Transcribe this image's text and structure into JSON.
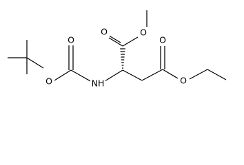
{
  "molecule": {
    "atom_labels": {
      "boc_ester_oxygen": "O",
      "boc_carbonyl_oxygen": "O",
      "amide_nitrogen": "NH",
      "methyl_ester_carbonyl_oxygen": "O",
      "methyl_ester_oxygen": "O",
      "ethyl_ester_carbonyl_oxygen": "O",
      "ethyl_ester_oxygen": "O"
    }
  }
}
